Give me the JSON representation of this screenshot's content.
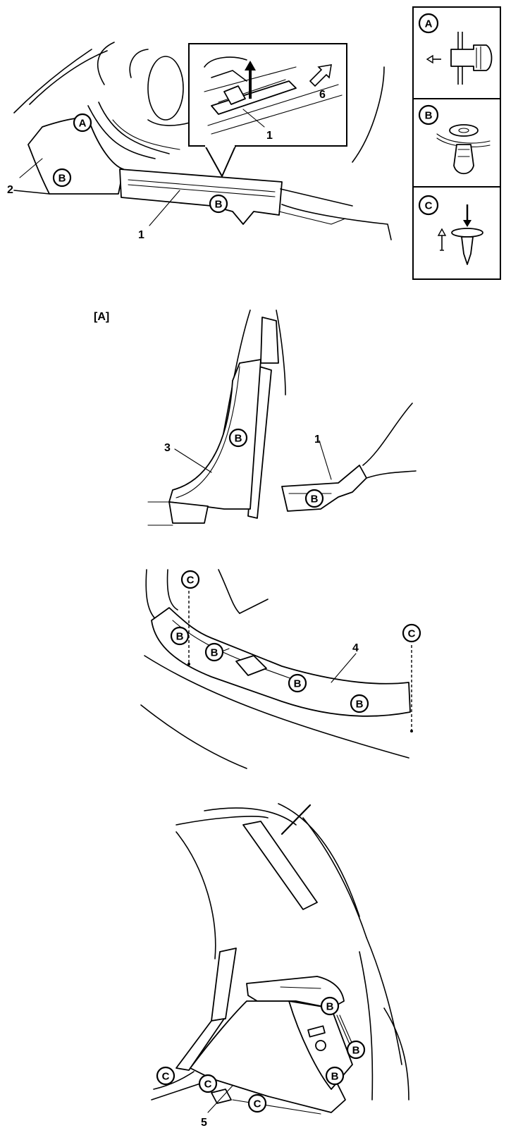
{
  "view_label": "[A]",
  "part_numbers": {
    "p1_top": "1",
    "p1_inset": "1",
    "p2": "2",
    "p3": "3",
    "p1_view": "1",
    "p4": "4",
    "p5": "5",
    "p6": "6"
  },
  "clip_letters": {
    "a": "A",
    "b": "B",
    "c": "C"
  }
}
